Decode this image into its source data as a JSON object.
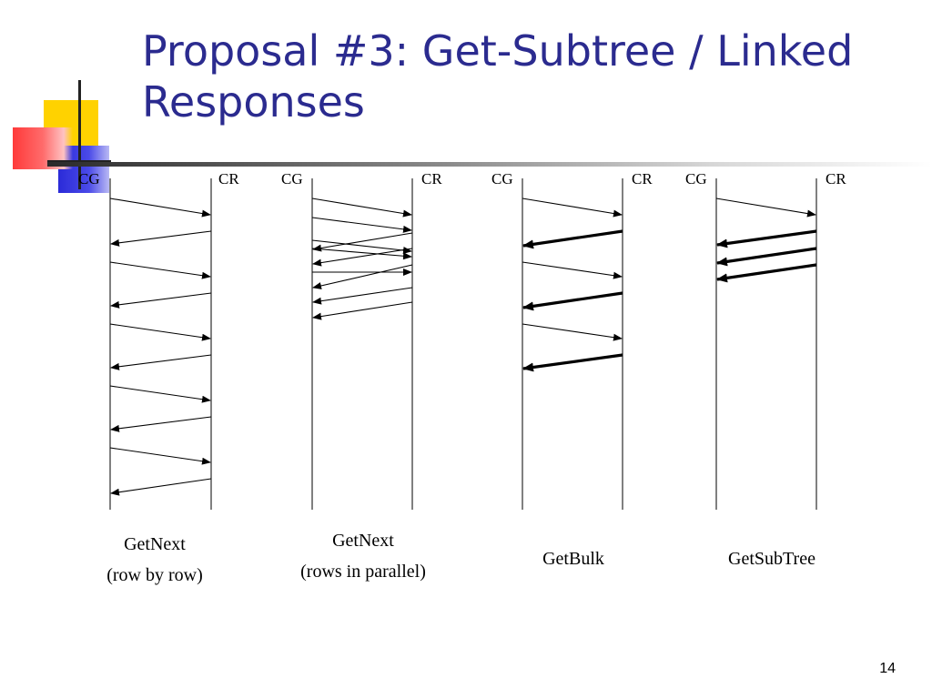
{
  "slide": {
    "title_line1": "Proposal #3: Get-Subtree / Linked",
    "title_line2": "Responses",
    "page_number": "14"
  },
  "columns": [
    {
      "left_label": "CG",
      "right_label": "CR",
      "caption_line1": "GetNext",
      "caption_line2": "(row by row)",
      "messages": [
        {
          "dir": "right",
          "bold": false
        },
        {
          "dir": "left",
          "bold": false
        },
        {
          "dir": "right",
          "bold": false
        },
        {
          "dir": "left",
          "bold": false
        },
        {
          "dir": "right",
          "bold": false
        },
        {
          "dir": "left",
          "bold": false
        },
        {
          "dir": "right",
          "bold": false
        },
        {
          "dir": "left",
          "bold": false
        },
        {
          "dir": "right",
          "bold": false
        },
        {
          "dir": "left",
          "bold": false
        }
      ]
    },
    {
      "left_label": "CG",
      "right_label": "CR",
      "caption_line1": "GetNext",
      "caption_line2": "(rows in parallel)",
      "messages": [
        {
          "dir": "right",
          "bold": false
        },
        {
          "dir": "right",
          "bold": false
        },
        {
          "dir": "right",
          "bold": false
        },
        {
          "dir": "left",
          "bold": false
        },
        {
          "dir": "right",
          "bold": false
        },
        {
          "dir": "left",
          "bold": false
        },
        {
          "dir": "right",
          "bold": false
        },
        {
          "dir": "left",
          "bold": false
        },
        {
          "dir": "left",
          "bold": false
        },
        {
          "dir": "left",
          "bold": false
        }
      ]
    },
    {
      "left_label": "CG",
      "right_label": "CR",
      "caption_line1": "GetBulk",
      "caption_line2": "",
      "messages": [
        {
          "dir": "right",
          "bold": false
        },
        {
          "dir": "left",
          "bold": true
        },
        {
          "dir": "right",
          "bold": false
        },
        {
          "dir": "left",
          "bold": true
        },
        {
          "dir": "right",
          "bold": false
        },
        {
          "dir": "left",
          "bold": true
        }
      ]
    },
    {
      "left_label": "CG",
      "right_label": "CR",
      "caption_line1": "GetSubTree",
      "caption_line2": "",
      "messages": [
        {
          "dir": "right",
          "bold": false
        },
        {
          "dir": "left",
          "bold": true
        },
        {
          "dir": "left",
          "bold": true
        },
        {
          "dir": "left",
          "bold": true
        }
      ]
    }
  ]
}
